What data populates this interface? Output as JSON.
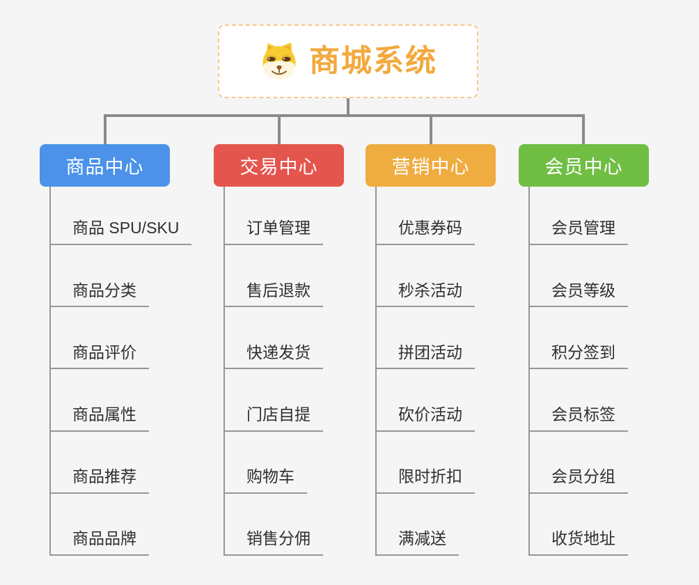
{
  "root": {
    "title": "商城系统",
    "icon": "doge-icon",
    "accent_color": "#f2a93e",
    "border_color": "#f6c988"
  },
  "connector_color": "#8a8a8a",
  "child_line_color": "#969696",
  "background_color": "#f5f5f5",
  "branches": [
    {
      "label": "商品中心",
      "color": "#4b92e8",
      "children": [
        "商品 SPU/SKU",
        "商品分类",
        "商品评价",
        "商品属性",
        "商品推荐",
        "商品品牌"
      ]
    },
    {
      "label": "交易中心",
      "color": "#e4554e",
      "children": [
        "订单管理",
        "售后退款",
        "快递发货",
        "门店自提",
        "购物车",
        "销售分佣"
      ]
    },
    {
      "label": "营销中心",
      "color": "#efac41",
      "children": [
        "优惠券码",
        "秒杀活动",
        "拼团活动",
        "砍价活动",
        "限时折扣",
        "满减送"
      ]
    },
    {
      "label": "会员中心",
      "color": "#70be44",
      "children": [
        "会员管理",
        "会员等级",
        "积分签到",
        "会员标签",
        "会员分组",
        "收货地址"
      ]
    }
  ]
}
